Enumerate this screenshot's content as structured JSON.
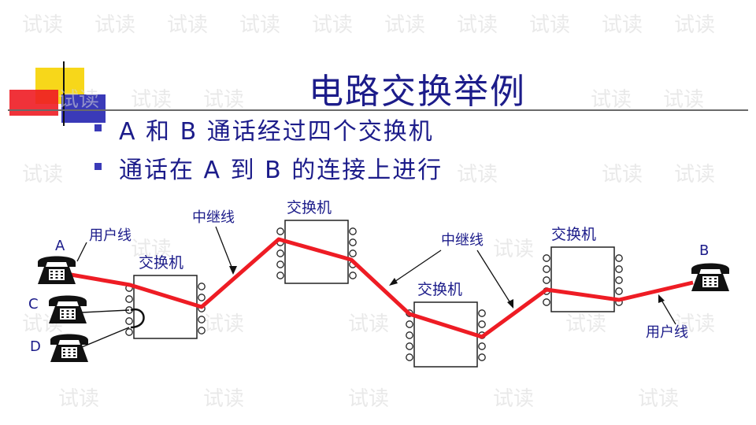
{
  "title": "电路交换举例",
  "bullets": [
    "A 和 B 通话经过四个交换机",
    "通话在 A 到 B 的连接上进行"
  ],
  "diagram": {
    "phones": [
      "A",
      "C",
      "D",
      "B"
    ],
    "switch_label": "交换机",
    "trunk_label": "中继线",
    "user_line_label": "用户线",
    "path_color": "#ee1c24"
  },
  "watermark": "试读"
}
